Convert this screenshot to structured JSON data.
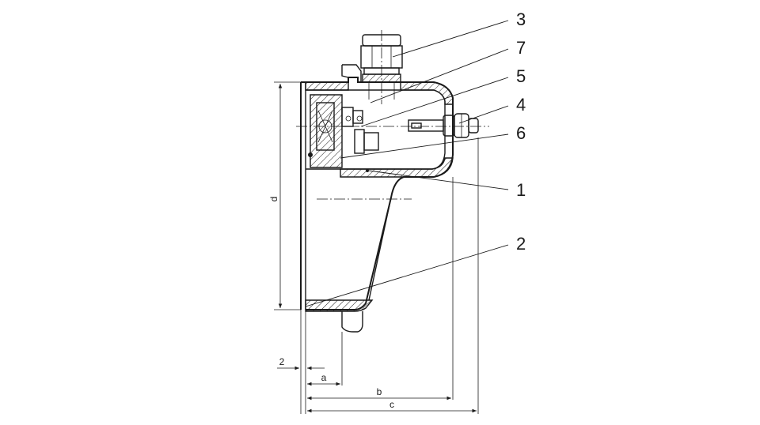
{
  "callouts": {
    "c1": "1",
    "c2": "2",
    "c3": "3",
    "c4": "4",
    "c5": "5",
    "c6": "6",
    "c7": "7"
  },
  "dimensions": {
    "d": "d",
    "a": "a",
    "b": "b",
    "c": "c",
    "gap": "2"
  }
}
